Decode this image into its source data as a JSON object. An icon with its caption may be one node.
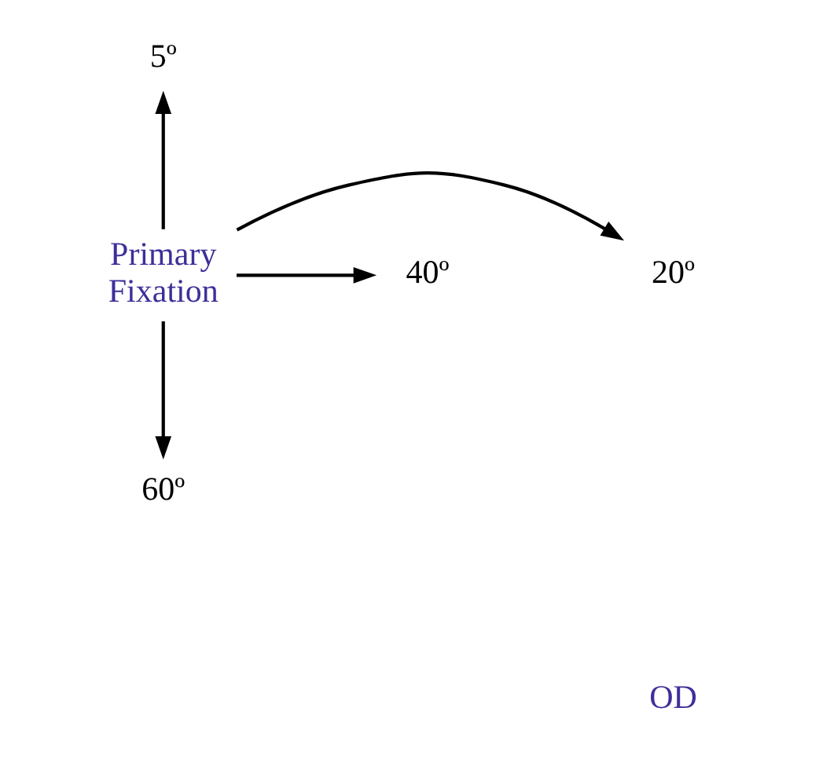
{
  "diagram": {
    "nodes": [
      {
        "text": [
          "5º"
        ]
      },
      {
        "text": [
          "20º"
        ]
      },
      {
        "text": [
          "Primary Fixation"
        ]
      },
      {
        "text": [
          "40º"
        ]
      },
      {
        "text": [
          "60º"
        ]
      }
    ],
    "edges": [
      {
        "from": 2,
        "to": 0,
        "arrow": "to"
      },
      {
        "from": 2,
        "to": 1,
        "arrow": "to"
      },
      {
        "from": 2,
        "to": 3,
        "arrow": "to"
      },
      {
        "from": 2,
        "to": 4,
        "arrow": "to"
      }
    ],
    "labels": [
      "OD"
    ]
  }
}
